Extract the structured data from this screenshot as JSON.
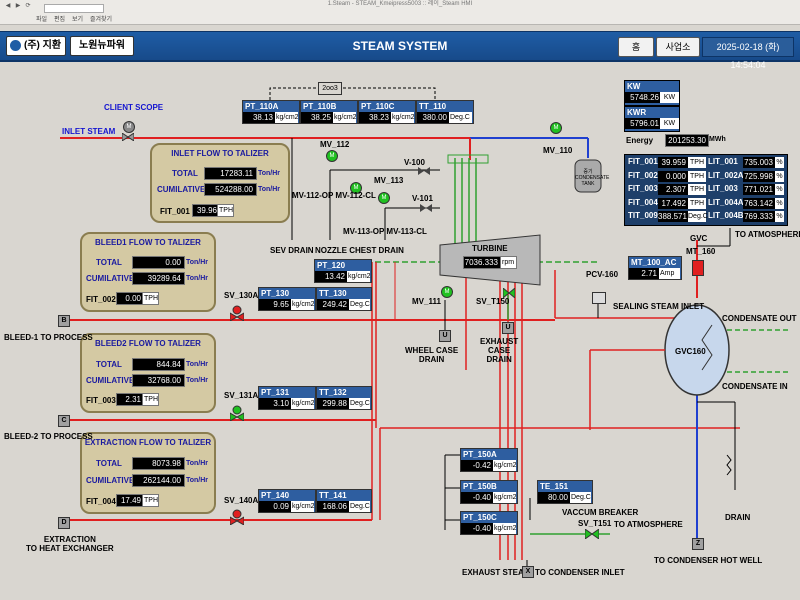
{
  "chrome": {
    "window_title": "1.Steam - STEAM_Kmeipress5003 :: 레이_Steam HMI",
    "menu": [
      "파일",
      "편집",
      "보기",
      "즐겨찾기"
    ]
  },
  "header": {
    "company": "(주) 지환",
    "company2": "노원뉴파워",
    "title": "STEAM SYSTEM",
    "home_label": "홈",
    "site_label": "사업소",
    "datetime": "2025-02-18 (화) 14:54:04"
  },
  "labels": {
    "client_scope": "CLIENT SCOPE",
    "inlet_steam": "INLET STEAM",
    "mv_110": "MV_110",
    "mv_112": "MV_112",
    "v_100": "V-100",
    "mv_113": "MV_113",
    "v_101": "V-101",
    "mv_112_op": "MV-112-OP  MV-112-CL",
    "mv_113_op": "MV-113-OP  MV-113-CL",
    "sev_drain": "SEV DRAIN",
    "nozzle_drain": "NOZZLE CHEST DRAIN",
    "turbine": "TURBINE",
    "rpm_unit": "rpm",
    "pcv_160": "PCV-160",
    "gvc": "GVC",
    "mt_160": "MT_160",
    "to_atmosphere1": "TO ATMOSPHERE",
    "sealing": "SEALING STEAM INLET",
    "condensate_out": "CONDENSATE OUT",
    "condensate_in": "CONDENSATE IN",
    "gvc160": "GVC160",
    "drain": "DRAIN",
    "mv_111": "MV_111",
    "sv_t150": "SV_T150",
    "wheel_case_drain": "WHEEL CASE\nDRAIN",
    "exhaust_case_drain": "EXHAUST\nCASE\nDRAIN",
    "sv_130a": "SV_130A",
    "sv_131a": "SV_131A",
    "sv_140a": "SV_140A",
    "bleed1_to_process": "BLEED-1 TO PROCESS",
    "bleed2_to_process": "BLEED-2 TO PROCESS",
    "extraction": "EXTRACTION\nTO HEAT EXCHANGER",
    "vaccum_breaker": "VACCUM BREAKER",
    "sv_t151": "SV_T151",
    "to_atmosphere2": "TO ATMOSPHERE",
    "to_hotwell": "TO CONDENSER HOT WELL",
    "exhaust_steam": "EXHAUST STEAM",
    "to_condenser_inlet": "TO CONDENSER INLET",
    "tank": "증기\nCONDENSATE\nTANK",
    "two_oo_three": "2oo3",
    "energy": "Energy",
    "energy_unit": "MWh",
    "u_letter": "U",
    "b_letter": "B",
    "c_letter": "C",
    "d_letter": "D",
    "x_letter": "X",
    "z_letter": "Z"
  },
  "tags": {
    "pt_110a": {
      "name": "PT_110A",
      "value": "38.13",
      "unit": "kg/cm2"
    },
    "pt_110b": {
      "name": "PT_110B",
      "value": "38.25",
      "unit": "kg/cm2"
    },
    "pt_110c": {
      "name": "PT_110C",
      "value": "38.23",
      "unit": "kg/cm2"
    },
    "tt_110": {
      "name": "TT_110",
      "value": "380.00",
      "unit": "Deg.C"
    },
    "pt_120": {
      "name": "PT_120",
      "value": "13.42",
      "unit": "kg/cm2"
    },
    "pt_130": {
      "name": "PT_130",
      "value": "9.65",
      "unit": "kg/cm2"
    },
    "tt_130": {
      "name": "TT_130",
      "value": "249.42",
      "unit": "Deg.C"
    },
    "pt_131": {
      "name": "PT_131",
      "value": "3.10",
      "unit": "kg/cm2"
    },
    "tt_132": {
      "name": "TT_132",
      "value": "299.88",
      "unit": "Deg.C"
    },
    "pt_140": {
      "name": "PT_140",
      "value": "0.09",
      "unit": "kg/cm2"
    },
    "tt_141": {
      "name": "TT_141",
      "value": "168.06",
      "unit": "Deg.C"
    },
    "pt_150a": {
      "name": "PT_150A",
      "value": "-0.42",
      "unit": "kg/cm2"
    },
    "pt_150b": {
      "name": "PT_150B",
      "value": "-0.40",
      "unit": "kg/cm2"
    },
    "pt_150c": {
      "name": "PT_150C",
      "value": "-0.40",
      "unit": "kg/cm2"
    },
    "te_151": {
      "name": "TE_151",
      "value": "80.00",
      "unit": "Deg.C"
    },
    "mt_100_ac": {
      "name": "MT_100_AC",
      "value": "2.71",
      "unit": "Amp"
    },
    "turbine_rpm": {
      "value": "7036.333"
    }
  },
  "power": {
    "kw": {
      "name": "KW",
      "value": "5748.26",
      "unit": "KW"
    },
    "kwr": {
      "name": "KWR",
      "value": "5796.01",
      "unit": "KW"
    },
    "energy_value": "201253.30"
  },
  "panels": {
    "inlet": {
      "title": "INLET FLOW TO TALIZER",
      "total": "17283.11",
      "cumulative": "524288.00",
      "fit_name": "FIT_001",
      "fit_value": "39.96",
      "fit_unit": "TPH"
    },
    "bleed1": {
      "title": "BLEED1 FLOW TO TALIZER",
      "total": "0.00",
      "cumulative": "39289.64",
      "fit_name": "FIT_002",
      "fit_value": "0.00",
      "fit_unit": "TPH"
    },
    "bleed2": {
      "title": "BLEED2 FLOW TO TALIZER",
      "total": "844.84",
      "cumulative": "32768.00",
      "fit_name": "FIT_003",
      "fit_value": "2.31",
      "fit_unit": "TPH"
    },
    "extraction": {
      "title": "EXTRACTION FLOW TO TALIZER",
      "total": "8073.98",
      "cumulative": "262144.00",
      "fit_name": "FIT_004",
      "fit_value": "17.49",
      "fit_unit": "TPH"
    },
    "total_label": "TOTAL",
    "cumulative_label": "CUMILATIVE",
    "rate_unit": "Ton/Hr",
    "cum_unit": "Ton/Hr"
  },
  "right_table": [
    {
      "n1": "FIT_001",
      "v1": "39.959",
      "u1": "TPH",
      "n2": "LIT_001",
      "v2": "735.003",
      "u2": "%"
    },
    {
      "n1": "FIT_002",
      "v1": "0.000",
      "u1": "TPH",
      "n2": "LIT_002A",
      "v2": "725.998",
      "u2": "%"
    },
    {
      "n1": "FIT_003",
      "v1": "2.307",
      "u1": "TPH",
      "n2": "LIT_003",
      "v2": "771.021",
      "u2": "%"
    },
    {
      "n1": "FIT_004",
      "v1": "17.492",
      "u1": "TPH",
      "n2": "LIT_004A",
      "v2": "763.142",
      "u2": "%"
    },
    {
      "n1": "TIT_009",
      "v1": "388.571",
      "u1": "Deg.C",
      "n2": "LIT_004B",
      "v2": "769.333",
      "u2": "%"
    }
  ],
  "colors": {
    "header": "#1f5da5",
    "steam_red": "#e02020",
    "condensate_blue": "#2040d0",
    "drain_green": "#30a030",
    "valve_red": "#e02020",
    "valve_green": "#20c020",
    "panel": "#d4c9a3"
  }
}
